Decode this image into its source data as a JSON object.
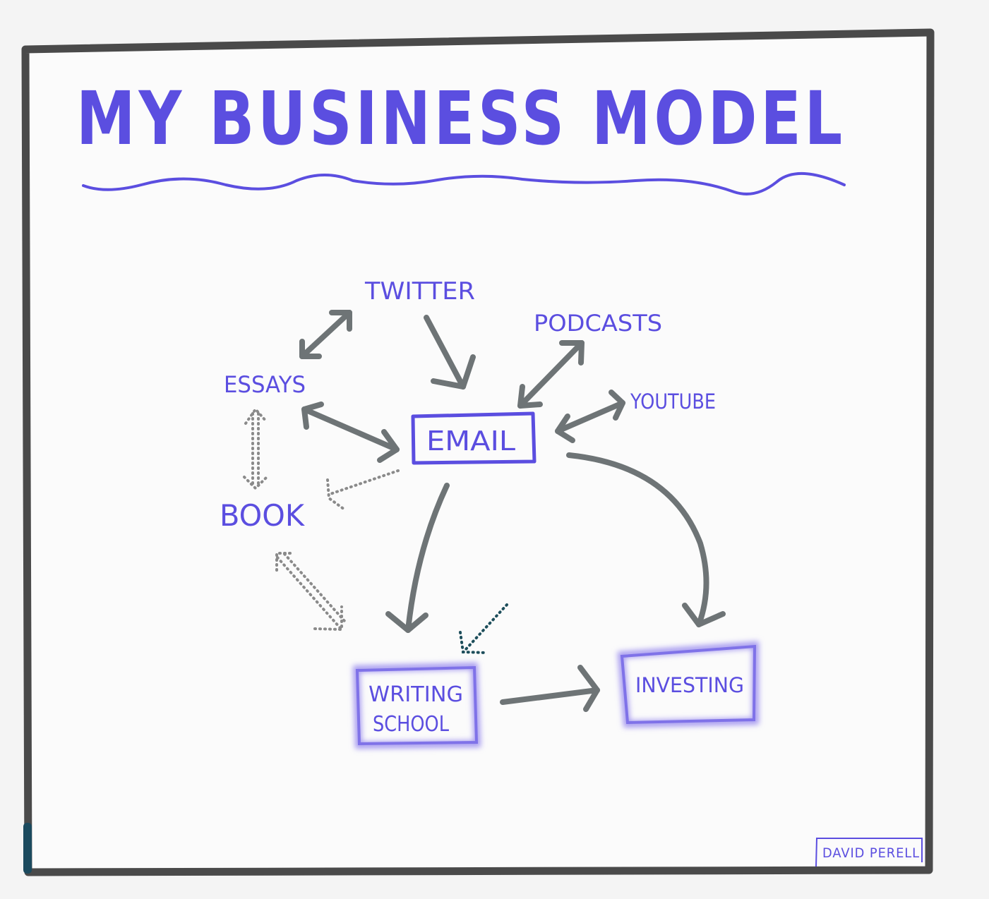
{
  "diagram": {
    "title": "MY BUSINESS MODEL",
    "nodes": {
      "twitter": "TWITTER",
      "podcasts": "PODCASTS",
      "essays": "ESSAYS",
      "youtube": "YOUTUBE",
      "email": "EMAIL",
      "book": "BOOK",
      "writing_school_line1": "WRITING",
      "writing_school_line2": "SCHOOL",
      "investing": "INVESTING"
    },
    "edges": [
      {
        "from": "TWITTER",
        "to": "EMAIL",
        "style": "solid",
        "direction": "one-way"
      },
      {
        "from": "TWITTER",
        "to": "ESSAYS",
        "style": "solid",
        "direction": "two-way"
      },
      {
        "from": "PODCASTS",
        "to": "EMAIL",
        "style": "solid",
        "direction": "two-way"
      },
      {
        "from": "YOUTUBE",
        "to": "EMAIL",
        "style": "solid",
        "direction": "two-way"
      },
      {
        "from": "ESSAYS",
        "to": "EMAIL",
        "style": "solid",
        "direction": "two-way"
      },
      {
        "from": "ESSAYS",
        "to": "BOOK",
        "style": "dotted",
        "direction": "two-way"
      },
      {
        "from": "EMAIL",
        "to": "BOOK",
        "style": "dotted",
        "direction": "one-way"
      },
      {
        "from": "BOOK",
        "to": "WRITING SCHOOL",
        "style": "dotted",
        "direction": "two-way"
      },
      {
        "from": "EMAIL",
        "to": "WRITING SCHOOL",
        "style": "solid",
        "direction": "one-way"
      },
      {
        "from": "EMAIL",
        "to": "INVESTING",
        "style": "solid",
        "direction": "one-way"
      },
      {
        "from": "WRITING SCHOOL",
        "to": "INVESTING",
        "style": "solid",
        "direction": "one-way"
      }
    ],
    "signature": "DAVID PERELL",
    "colors": {
      "accent": "#5b4ee0",
      "arrow": "#6e7476",
      "frame": "#4a4a4a",
      "background": "#f4f4f4"
    }
  }
}
